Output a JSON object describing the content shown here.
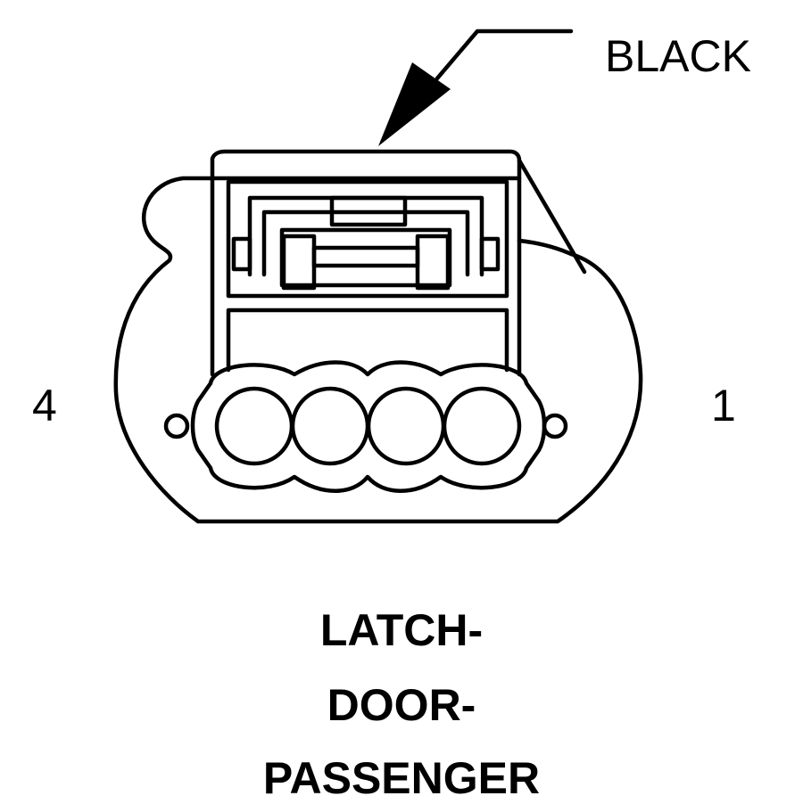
{
  "labels": {
    "color": "BLACK",
    "pin_left": "4",
    "pin_right": "1"
  },
  "title": {
    "line1": "LATCH-",
    "line2": "DOOR-",
    "line3": "PASSENGER"
  },
  "colors": {
    "stroke": "#000000",
    "background": "#ffffff"
  }
}
